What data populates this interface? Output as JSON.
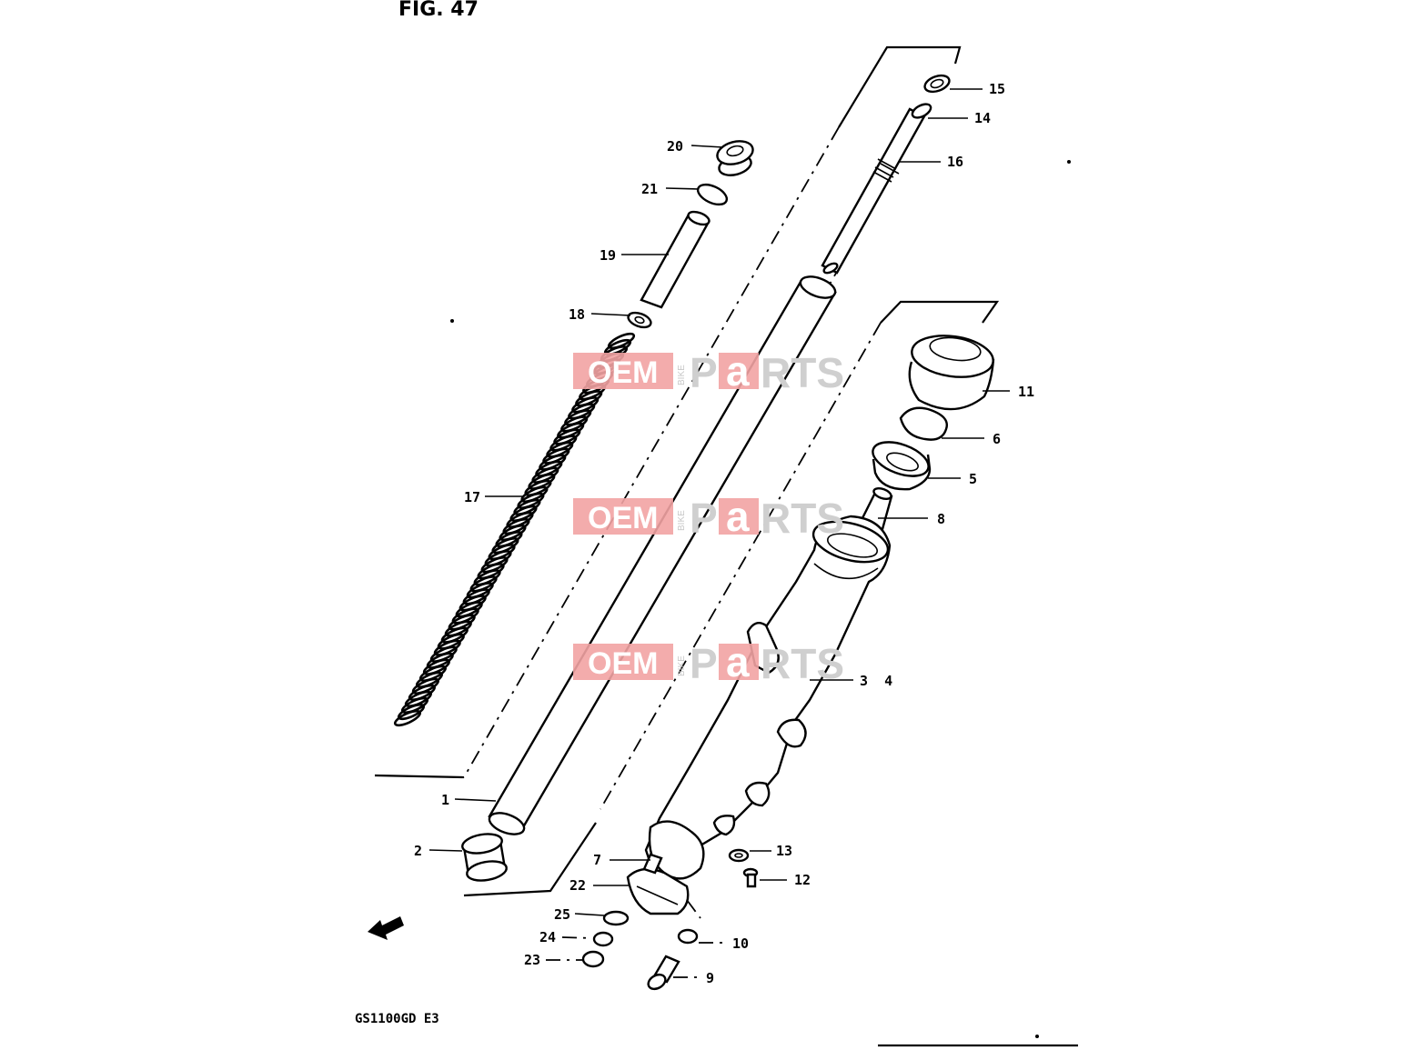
{
  "figure_title": "FIG. 47",
  "model_code": "GS1100GD E3",
  "watermark": {
    "oem": "OEM",
    "bike": "BIKE",
    "p": "P",
    "a": "a",
    "rts": "RTS"
  },
  "callouts": [
    {
      "id": "c15",
      "text": "15"
    },
    {
      "id": "c14",
      "text": "14"
    },
    {
      "id": "c16",
      "text": "16"
    },
    {
      "id": "c20",
      "text": "20"
    },
    {
      "id": "c21",
      "text": "21"
    },
    {
      "id": "c19",
      "text": "19"
    },
    {
      "id": "c18",
      "text": "18"
    },
    {
      "id": "c17",
      "text": "17"
    },
    {
      "id": "c11",
      "text": "11"
    },
    {
      "id": "c6",
      "text": "6"
    },
    {
      "id": "c5",
      "text": "5"
    },
    {
      "id": "c8",
      "text": "8"
    },
    {
      "id": "c34",
      "text": "3  4"
    },
    {
      "id": "c1",
      "text": "1"
    },
    {
      "id": "c2",
      "text": "2"
    },
    {
      "id": "c13",
      "text": "13"
    },
    {
      "id": "c7",
      "text": "7"
    },
    {
      "id": "c12",
      "text": "12"
    },
    {
      "id": "c22",
      "text": "22"
    },
    {
      "id": "c25",
      "text": "25"
    },
    {
      "id": "c10",
      "text": "10"
    },
    {
      "id": "c24",
      "text": "24"
    },
    {
      "id": "c23",
      "text": "23"
    },
    {
      "id": "c9",
      "text": "9"
    }
  ]
}
